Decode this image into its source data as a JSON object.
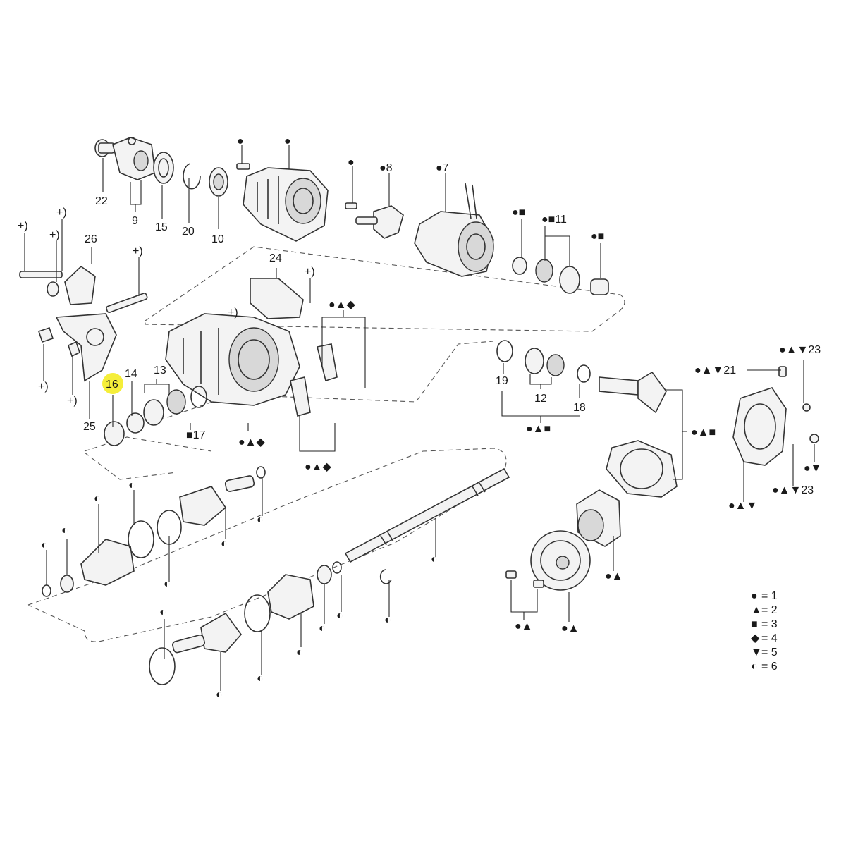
{
  "callouts": {
    "c22": "22",
    "c9": "9",
    "c15": "15",
    "c20": "20",
    "c10": "10",
    "c8": "●8",
    "c7": "●7",
    "c11": "●■11",
    "c26": "26",
    "c24": "24",
    "c13": "13",
    "c14": "14",
    "c16": "16",
    "c25": "25",
    "c17": "■17",
    "c19": "19",
    "c12": "12",
    "c18": "18",
    "c21": "●▲▼21",
    "c23a": "●▲▼23",
    "c23b": "●▲▼23",
    "p1": "+)",
    "p2": "+)",
    "p3": "+)",
    "p4": "+)",
    "p5": "+)",
    "p6": "+)",
    "p7": "+)",
    "p8": "+)",
    "s_top_a": "●",
    "s_top_b": "●",
    "s_top_c": "●",
    "s_sq1": "●■",
    "s_sq2": "●■",
    "s_case_a": "●▲◆",
    "s_case_b": "●▲◆",
    "s_case_c": "●▲◆",
    "s_12": "●▲■",
    "s_ring": "●▲■",
    "s_cover_dn": "●▼",
    "s_cover_b": "●▲▼",
    "s_diff": "●▲",
    "s_bolts": "●▲",
    "s_gear": "●▲",
    "h1": "◐",
    "h2": "◐",
    "h3": "◐",
    "h4": "◐",
    "h5": "◐",
    "h6": "◐",
    "h7": "◐",
    "h8": "◐",
    "h9": "◐",
    "h10": "◐",
    "h11": "◐",
    "h12": "◐",
    "h13": "◐",
    "h14": "◐",
    "h15": "◐"
  },
  "legend": [
    {
      "symbol": "●",
      "text": "= 1"
    },
    {
      "symbol": "▲",
      "text": "= 2"
    },
    {
      "symbol": "■",
      "text": "= 3"
    },
    {
      "symbol": "◆",
      "text": "= 4"
    },
    {
      "symbol": "▼",
      "text": "= 5"
    },
    {
      "symbol": "◐",
      "text": "= 6"
    }
  ],
  "highlight_color": "#f5ee3a"
}
